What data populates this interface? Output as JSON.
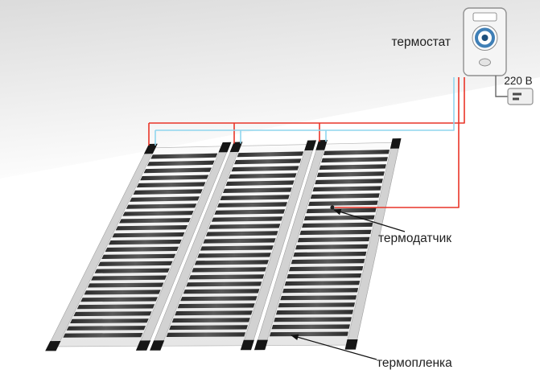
{
  "diagram": {
    "labels": {
      "thermostat": "термостат",
      "voltage": "220 В",
      "thermal_sensor": "термодатчик",
      "heating_film": "термопленка"
    },
    "colors": {
      "hot_wire": "#e93528",
      "cool_wire": "#8fd6ee",
      "clamp": "#161616",
      "stripe": "#3a3a3a"
    },
    "film": {
      "strip_count": 3
    }
  }
}
